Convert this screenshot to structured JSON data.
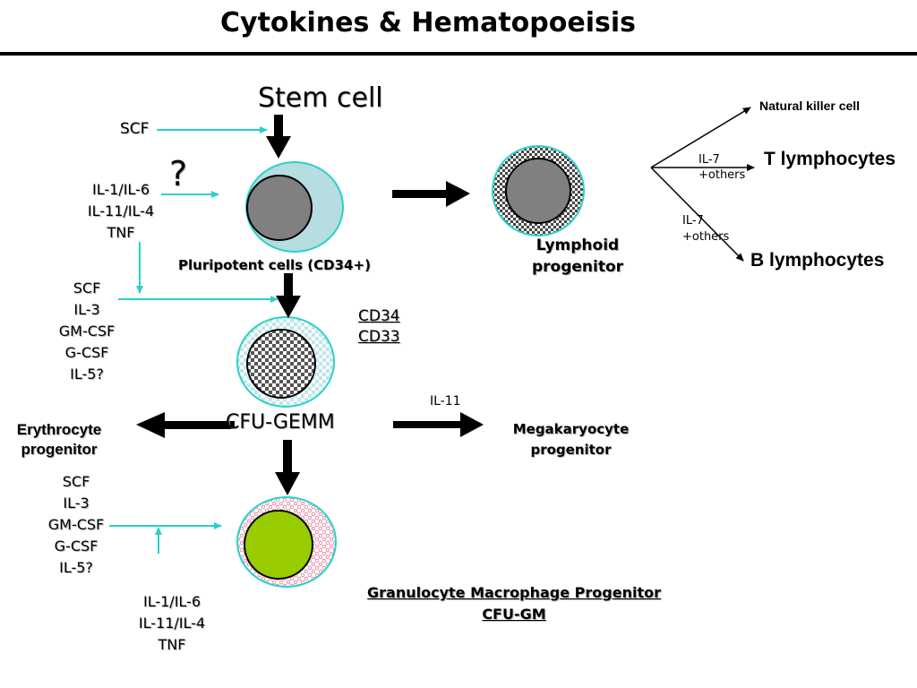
{
  "title": "Cytokines & Hematopoeisis",
  "nodes": {
    "stem_cell": "Stem cell",
    "question_mark": "?",
    "pluripotent": "Pluripotent cells (CD34+)",
    "lymphoid": [
      "Lymphoid",
      "progenitor"
    ],
    "cfu_gemm": "CFU-GEMM",
    "erythrocyte": [
      "Erythrocyte",
      "progenitor"
    ],
    "megakaryocyte": [
      "Megakaryocyte",
      "progenitor"
    ],
    "natural_killer": "Natural killer cell",
    "t_lymphocytes": "T lymphocytes",
    "b_lymphocytes": "B lymphocytes",
    "gm_progenitor": "Granulocyte Macrophage Progenitor",
    "cfu_gm": "CFU-GM"
  },
  "markers": [
    "CD34",
    "CD33"
  ],
  "cytokines": {
    "scf_top": "SCF",
    "il_group_1": [
      "IL-1/IL-6",
      "IL-11/IL-4",
      "TNF"
    ],
    "group_2": [
      "SCF",
      "IL-3",
      "GM-CSF",
      "G-CSF",
      "IL-5?"
    ],
    "group_3": [
      "SCF",
      "IL-3",
      "GM-CSF",
      "G-CSF",
      "IL-5?"
    ],
    "il_group_2": [
      "IL-1/IL-6",
      "IL-11/IL-4",
      "TNF"
    ],
    "il_11": "IL-11",
    "t_cytokines": [
      "IL-7",
      "+others"
    ],
    "b_cytokines": [
      "IL-7",
      "+others"
    ]
  },
  "colors": {
    "cyan_arrow": "#2ad1c8",
    "stem_ring": "#b6dde0",
    "nucleus_gray": "#808080",
    "gm_nucleus": "#99cc00",
    "gm_ring": "#f4b6c8"
  }
}
